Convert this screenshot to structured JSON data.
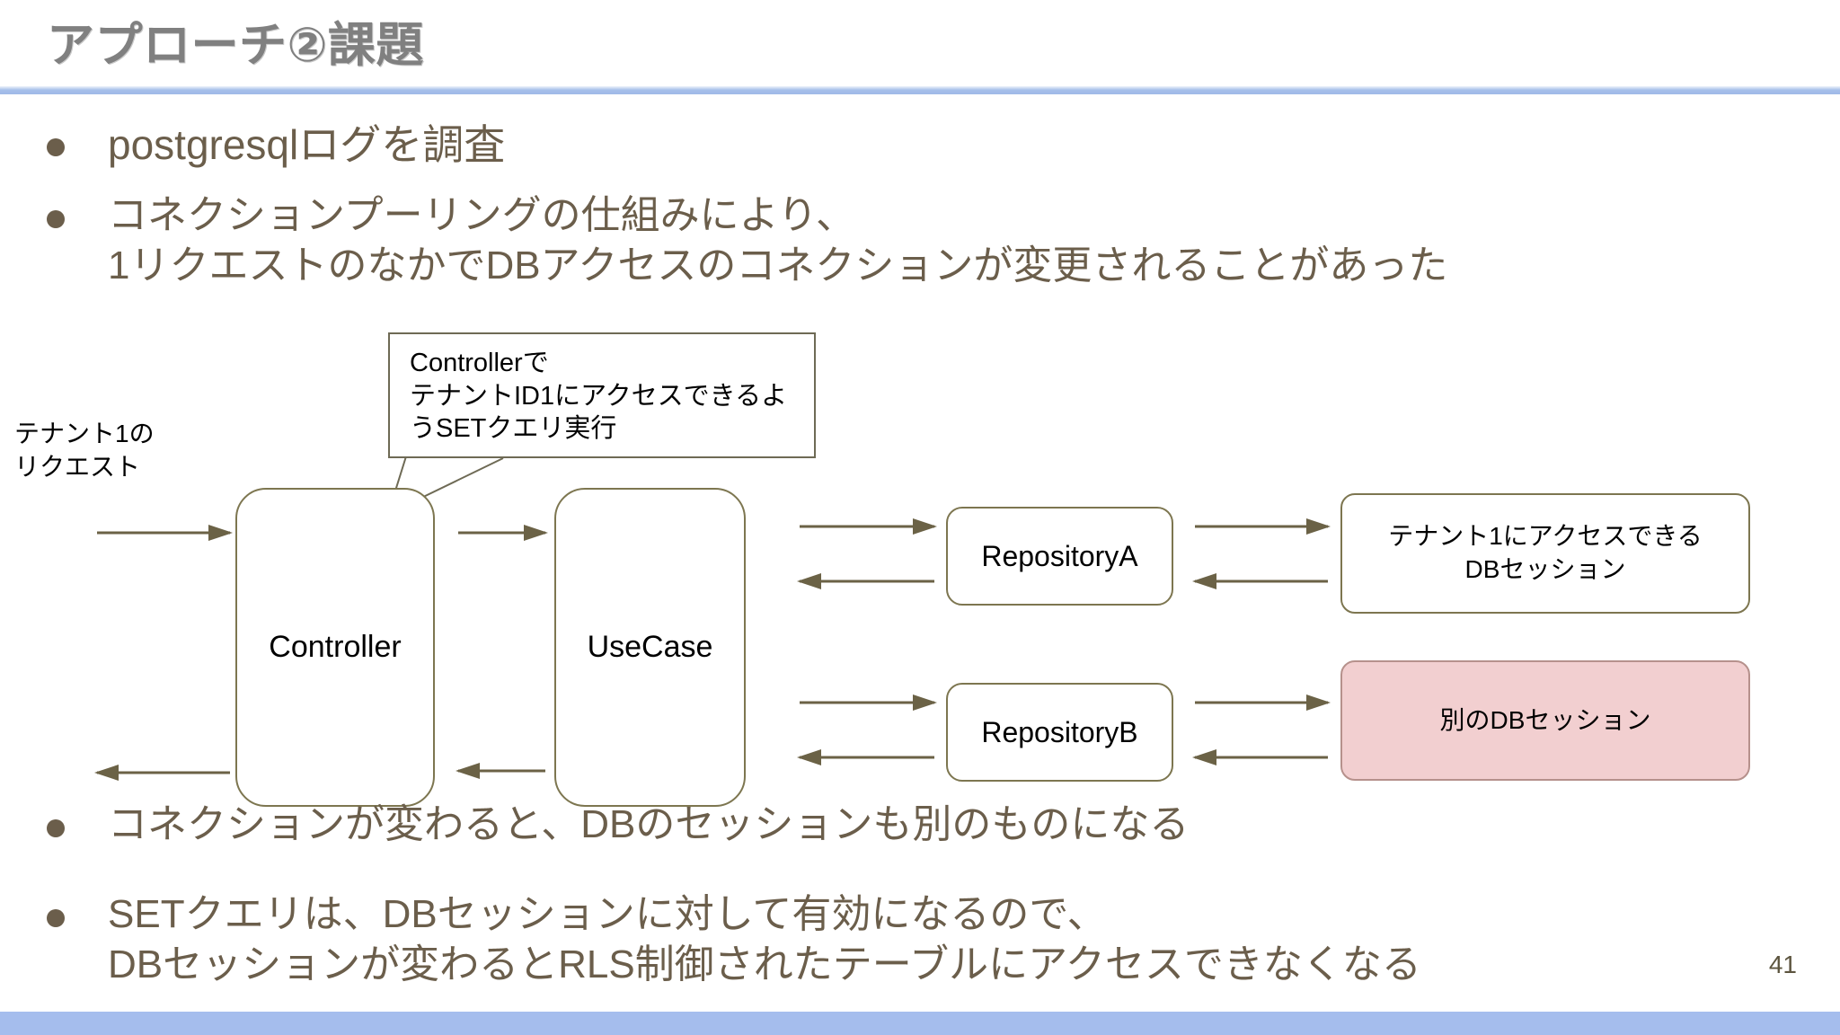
{
  "slide": {
    "title": "アプローチ②課題",
    "page_number": "41",
    "accent_bar_color": "#a5bded",
    "title_color": "#808080",
    "bullet_color": "#6b5e4b"
  },
  "bullets_top": [
    {
      "text": "postgresqlログを調査"
    },
    {
      "line1": "コネクションプーリングの仕組みにより、",
      "line2": "1リクエストのなかでDBアクセスのコネクションが変更されることがあった"
    }
  ],
  "bullets_bottom": [
    {
      "text": "コネクションが変わると、DBのセッションも別のものになる"
    },
    {
      "line1": "SETクエリは、DBセッションに対して有効になるので、",
      "line2": "DBセッションが変わるとRLS制御されたテーブルにアクセスできなくなる"
    }
  ],
  "diagram": {
    "request_label_line1": "テナント1の",
    "request_label_line2": "リクエスト",
    "callout": {
      "line1": "Controllerで",
      "line2": "テナントID1にアクセスできるよ",
      "line3": "うSETクエリ実行"
    },
    "nodes": {
      "controller": "Controller",
      "usecase": "UseCase",
      "repository_a": "RepositoryA",
      "repository_b": "RepositoryB",
      "session_a_line1": "テナント1にアクセスできる",
      "session_a_line2": "DBセッション",
      "session_b": "別のDBセッション"
    },
    "colors": {
      "node_border": "#7d7650",
      "arrow": "#6b6246",
      "highlight_fill": "#f2cfd0",
      "highlight_border": "#b6918c"
    }
  }
}
